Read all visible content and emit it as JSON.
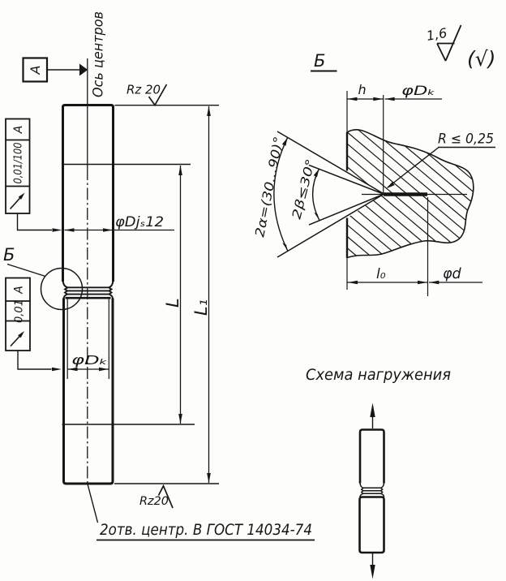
{
  "main_view": {
    "axis_label": "Ось центров",
    "datum_letter": "А",
    "roughness_top": "Rz 20",
    "roughness_bottom": "Rz20",
    "frame_runout_100": {
      "tolerance": "0,01/100",
      "datum": "А"
    },
    "frame_runout": {
      "tolerance": "0,01",
      "datum": "А"
    },
    "diameter_label": "φDjₛ12",
    "neck_diameter_label": "φDₖ",
    "gauge_length_label": "L",
    "total_length_label": "L₁",
    "detail_callout": "Б",
    "center_holes_note": "2отв. центр. В ГОСТ 14034-74"
  },
  "detail_view": {
    "title": "Б",
    "finish_value": "1,6",
    "finish_default": "(√)",
    "chamfer_depth_label": "h",
    "cone_diameter_label": "φDₖ",
    "radius_label": "R ≤ 0,25",
    "outer_angle_label": "2α=(30...90)°",
    "inner_angle_label": "2β≤30°",
    "hole_length_label": "l₀",
    "pilot_diameter_label": "φd"
  },
  "loading_scheme": {
    "title": "Схема нагружения"
  }
}
